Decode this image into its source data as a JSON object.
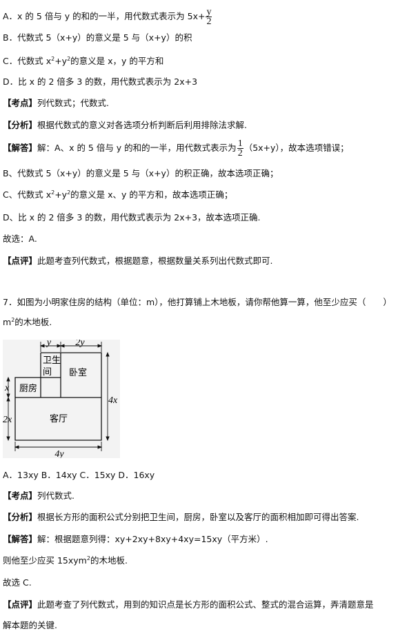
{
  "optA": {
    "prefix": "A．x 的 5 倍与 y 的和的一半，用代数式表示为 5x+",
    "frac_num": "y",
    "frac_den": "2"
  },
  "optB": "B．代数式 5（x+y）的意义是 5 与（x+y）的积",
  "optC": {
    "part1": "C．代数式 x",
    "sup1": "2",
    "part2": "+y",
    "sup2": "2",
    "part3": "的意义是 x，y 的平方和"
  },
  "optD": "D．比 x 的 2 倍多 3 的数，用代数式表示为 2x+3",
  "q6_kaodian": {
    "tag": "【考点】",
    "text": "列代数式；代数式."
  },
  "q6_fenxi": {
    "tag": "【分析】",
    "text": "根据代数式的意义对各选项分析判断后利用排除法求解."
  },
  "q6_jieda": {
    "tag": "【解答】",
    "prefix": "解：A、x 的 5 倍与 y 的和的一半，用代数式表示为",
    "frac_num": "1",
    "frac_den": "2",
    "suffix": "（5x+y），故本选项错误；"
  },
  "q6_b": "B、代数式 5（x+y）的意义是 5 与（x+y）的积正确，故本选项正确；",
  "q6_c": {
    "part1": "C、代数式 x",
    "sup1": "2",
    "part2": "+y",
    "sup2": "2",
    "part3": "的意义是 x、y 的平方和，故本选项正确；"
  },
  "q6_d": "D、比 x 的 2 倍多 3 的数，用代数式表示为 2x+3，故本选项正确.",
  "q6_guxuan": "故选：A.",
  "q6_dianping": {
    "tag": "【点评】",
    "text": "此题考查列代数式，根据题意，根据数量关系列出代数式即可."
  },
  "q7_stem1": "7．如图为小明家住房的结构（单位：m），他打算铺上木地板，请你帮他算一算，他至少应买（　　）",
  "q7_stem2": {
    "unit": "m",
    "sup": "2",
    "rest": "的木地板."
  },
  "diagram": {
    "label_y_top": "y",
    "label_2y_top": "2y",
    "bathroom_1": "卫生",
    "bathroom_2": "间",
    "bedroom": "卧室",
    "kitchen": "厨房",
    "living": "客厅",
    "label_x_left": "x",
    "label_2x_left": "2x",
    "label_4x_right": "4x",
    "label_4y_bottom": "4y"
  },
  "q7_options": "A．13xy  B．14xy  C．15xy  D．16xy",
  "q7_kaodian": {
    "tag": "【考点】",
    "text": "列代数式."
  },
  "q7_fenxi": {
    "tag": "【分析】",
    "text": "根据长方形的面积公式分别把卫生间，厨房，卧室以及客厅的面积相加即可得出答案."
  },
  "q7_jieda": {
    "tag": "【解答】",
    "text": "解：根据题意列得：xy+2xy+8xy+4xy=15xy（平方米）."
  },
  "q7_then": {
    "part1": "则他至少应买 15xym",
    "sup": "2",
    "part2": "的木地板."
  },
  "q7_guxuan": "故选 C.",
  "q7_dianping": {
    "tag": "【点评】",
    "text": "此题考查了列代数式，用到的知识点是长方形的面积公式、整式的混合运算，弄清题意是"
  },
  "q7_dianping2": "解本题的关键."
}
